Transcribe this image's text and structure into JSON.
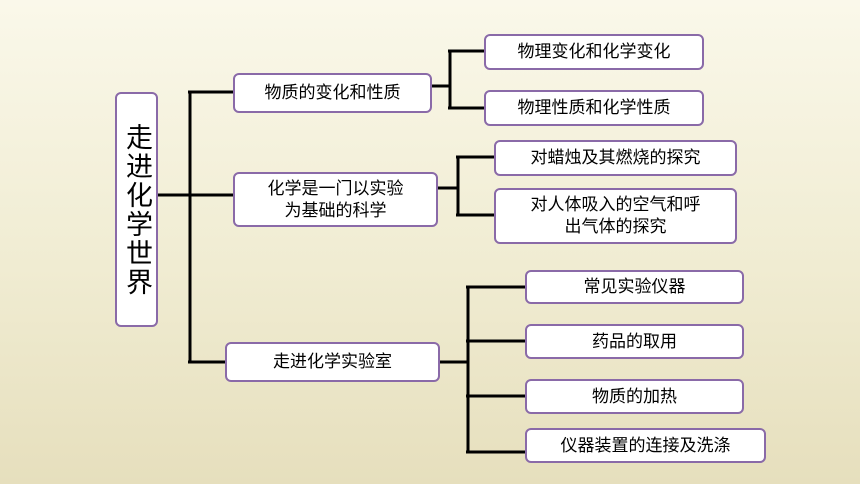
{
  "root": {
    "label": "走进化学世界"
  },
  "branches": [
    {
      "label": "物质的变化和性质",
      "children": [
        "物理变化和化学变化",
        "物理性质和化学性质"
      ]
    },
    {
      "label_lines": [
        "化学是一门以实验",
        "为基础的科学"
      ],
      "children": [
        "对蜡烛及其燃烧的探究"
      ],
      "child_multiline": [
        "对人体吸入的空气和呼",
        "出气体的探究"
      ]
    },
    {
      "label": "走进化学实验室",
      "children": [
        "常见实验仪器",
        "药品的取用",
        "物质的加热",
        "仪器装置的连接及洗涤"
      ]
    }
  ],
  "colors": {
    "box_border": "#8a6aa8",
    "connector": "#000000",
    "background": "#f3efd8"
  }
}
